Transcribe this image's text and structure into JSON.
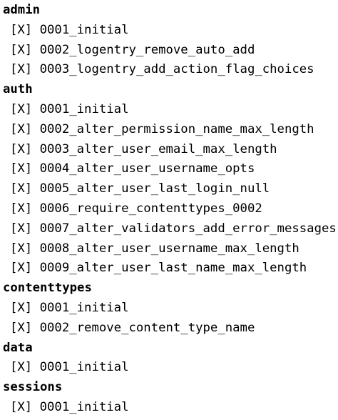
{
  "apps": [
    {
      "name": "admin",
      "migrations": [
        {
          "mark": "[X]",
          "name": "0001_initial"
        },
        {
          "mark": "[X]",
          "name": "0002_logentry_remove_auto_add"
        },
        {
          "mark": "[X]",
          "name": "0003_logentry_add_action_flag_choices"
        }
      ]
    },
    {
      "name": "auth",
      "migrations": [
        {
          "mark": "[X]",
          "name": "0001_initial"
        },
        {
          "mark": "[X]",
          "name": "0002_alter_permission_name_max_length"
        },
        {
          "mark": "[X]",
          "name": "0003_alter_user_email_max_length"
        },
        {
          "mark": "[X]",
          "name": "0004_alter_user_username_opts"
        },
        {
          "mark": "[X]",
          "name": "0005_alter_user_last_login_null"
        },
        {
          "mark": "[X]",
          "name": "0006_require_contenttypes_0002"
        },
        {
          "mark": "[X]",
          "name": "0007_alter_validators_add_error_messages"
        },
        {
          "mark": "[X]",
          "name": "0008_alter_user_username_max_length"
        },
        {
          "mark": "[X]",
          "name": "0009_alter_user_last_name_max_length"
        }
      ]
    },
    {
      "name": "contenttypes",
      "migrations": [
        {
          "mark": "[X]",
          "name": "0001_initial"
        },
        {
          "mark": "[X]",
          "name": "0002_remove_content_type_name"
        }
      ]
    },
    {
      "name": "data",
      "migrations": [
        {
          "mark": "[X]",
          "name": "0001_initial"
        }
      ]
    },
    {
      "name": "sessions",
      "migrations": [
        {
          "mark": "[X]",
          "name": "0001_initial"
        }
      ]
    }
  ]
}
